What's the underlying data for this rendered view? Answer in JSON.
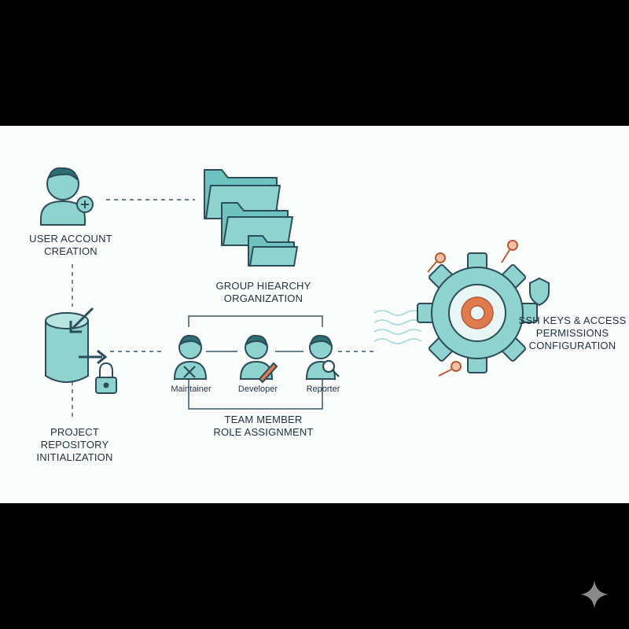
{
  "labels": {
    "user_account": [
      "USER ACCOUNT",
      "CREATION"
    ],
    "group_hierarchy": [
      "GROUP HIEARCHY",
      "ORGANIZATION"
    ],
    "project_repository": [
      "PROJECT",
      "REPOSITORY",
      "INITIALIZATION"
    ],
    "team_member": [
      "TEAM MEMBER",
      "ROLE ASSIGNMENT"
    ],
    "ssh_keys": [
      "SSH KEYS & ACCESS",
      "PERMISSIONS",
      "CONFIGURATION"
    ]
  },
  "roles": [
    "Maintainer",
    "Developer",
    "Reporter"
  ],
  "colors": {
    "teal_fill": "#8fd3cf",
    "teal_dark": "#2d6f73",
    "outline": "#2b4c5a",
    "accent_orange": "#e07a4f",
    "page_bg": "#fbfdfd",
    "letterbox": "#000000"
  },
  "icons": [
    "user-plus-icon",
    "folders-icon",
    "database-icon",
    "lock-icon",
    "wrench-icon",
    "pencil-icon",
    "magnifier-icon",
    "gear-icon",
    "key-icon",
    "shield-icon",
    "sparkle-icon"
  ]
}
